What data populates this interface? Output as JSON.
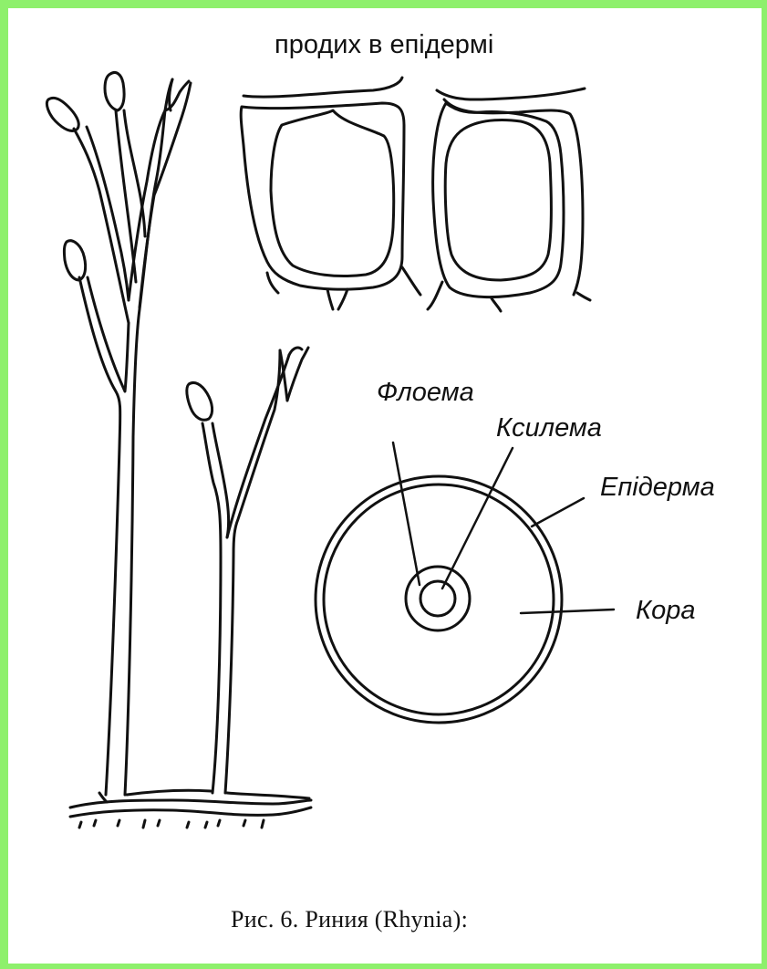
{
  "title": "продих в епідермі",
  "labels": {
    "phloem": "Флоема",
    "xylem": "Ксилема",
    "epidermis": "Епідерма",
    "cortex": "Кора"
  },
  "caption": "Рис. 6. Риния (Rhynia):",
  "colors": {
    "frame_border": "#8ef06c",
    "ink": "#111111",
    "background": "#ffffff"
  }
}
